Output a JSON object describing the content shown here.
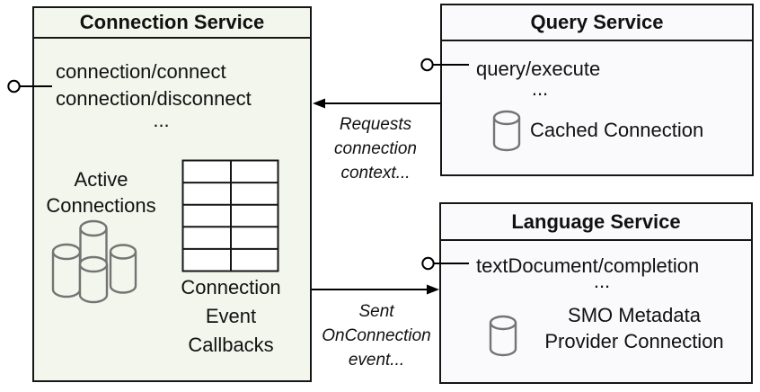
{
  "colors": {
    "connection_fill": "#f3f6ec",
    "service_fill": "#fafafc",
    "border": "#161616",
    "line": "#000000",
    "cylinder_stroke": "#747474"
  },
  "boxes": {
    "connection": {
      "title": "Connection Service",
      "methods": [
        "connection/connect",
        "connection/disconnect"
      ],
      "ellipsis": "...",
      "active_connections": [
        "Active",
        "Connections"
      ],
      "callbacks": [
        "Connection",
        "Event",
        "Callbacks"
      ]
    },
    "query": {
      "title": "Query Service",
      "method": "query/execute",
      "ellipsis": "...",
      "cached": "Cached Connection"
    },
    "language": {
      "title": "Language Service",
      "method": "textDocument/completion",
      "ellipsis": "...",
      "provider": [
        "SMO Metadata",
        "Provider Connection"
      ]
    }
  },
  "edges": {
    "requests": {
      "lines": [
        "Requests",
        "connection",
        "context..."
      ]
    },
    "sent": {
      "lines": [
        "Sent",
        "OnConnection",
        "event..."
      ]
    }
  },
  "icons": {
    "connection_cluster": "database-cluster-icon",
    "query_cache": "database-icon",
    "language_provider": "database-icon",
    "callbacks_table": "table-grid-icon",
    "interfaces": "lollipop-interface-icon"
  }
}
